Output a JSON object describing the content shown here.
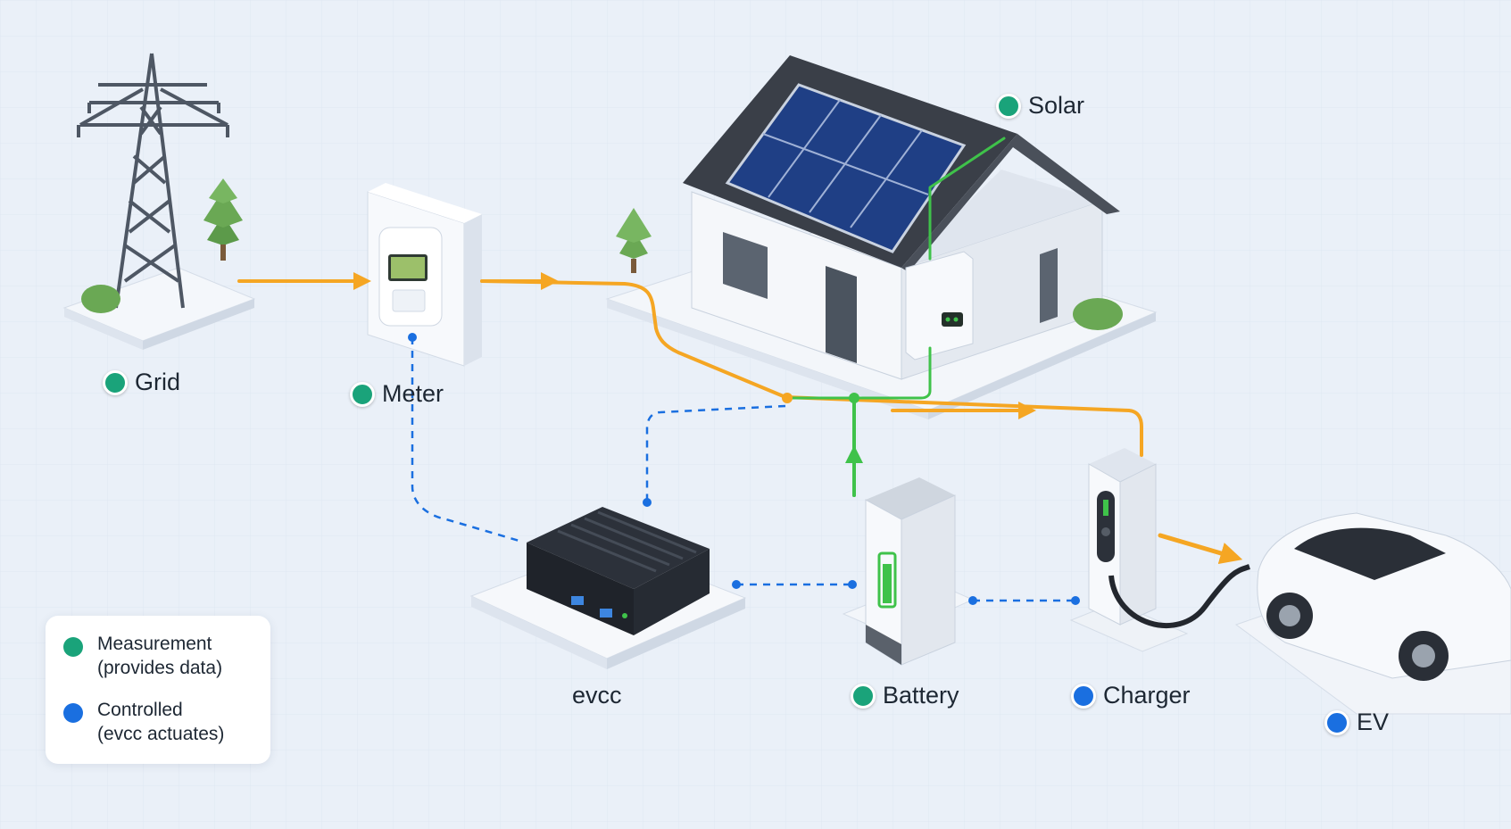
{
  "colors": {
    "measurement": "#1aa37a",
    "controlled": "#1a6fe0",
    "grid_flow": "#f5a623",
    "solar_flow": "#3fc24a",
    "data_link": "#1a6fe0"
  },
  "nodes": {
    "grid": {
      "label": "Grid",
      "type": "measurement",
      "icon": "power-tower-icon"
    },
    "meter": {
      "label": "Meter",
      "type": "measurement",
      "icon": "meter-icon"
    },
    "solar": {
      "label": "Solar",
      "type": "measurement",
      "icon": "house-solar-icon"
    },
    "evcc": {
      "label": "evcc",
      "icon": "controller-box-icon"
    },
    "battery": {
      "label": "Battery",
      "type": "measurement",
      "icon": "battery-icon"
    },
    "charger": {
      "label": "Charger",
      "type": "controlled",
      "icon": "charger-icon"
    },
    "ev": {
      "label": "EV",
      "type": "controlled",
      "icon": "car-icon"
    }
  },
  "legend": {
    "measurement_line1": "Measurement",
    "measurement_line2": "(provides data)",
    "controlled_line1": "Controlled",
    "controlled_line2": "(evcc actuates)"
  }
}
